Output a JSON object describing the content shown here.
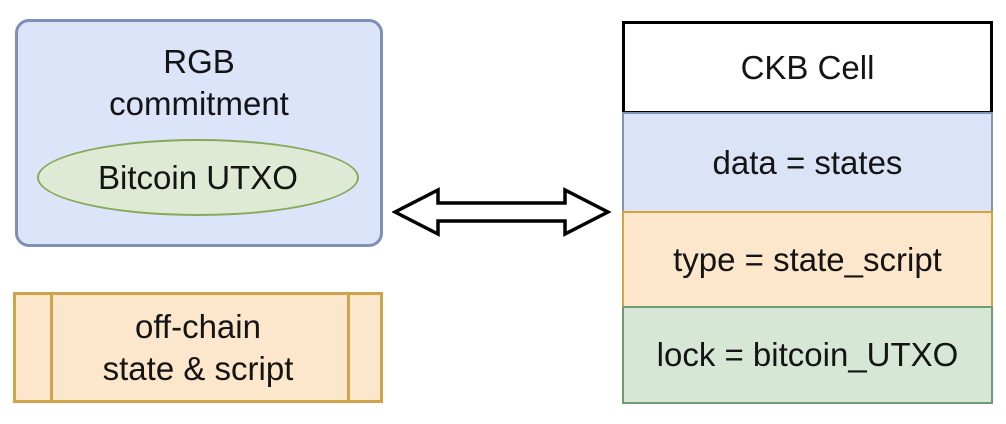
{
  "rgb_box": {
    "title_line1": "RGB",
    "title_line2": "commitment",
    "utxo_label": "Bitcoin UTXO"
  },
  "offchain_box": {
    "line1": "off-chain",
    "line2": "state & script"
  },
  "ckb_cell": {
    "title": "CKB Cell",
    "fields": [
      {
        "name": "data",
        "label": "data = states"
      },
      {
        "name": "type",
        "label": "type = state_script"
      },
      {
        "name": "lock",
        "label": "lock = bitcoin_UTXO"
      }
    ]
  },
  "colors": {
    "rgb_box_fill": "#dbe4f8",
    "rgb_box_border": "#7e90b4",
    "utxo_ellipse_fill": "#dfead4",
    "utxo_ellipse_border": "#86a95c",
    "offchain_fill": "#fce6cc",
    "offchain_border": "#d0a24b",
    "ckb_header_fill": "#ffffff",
    "ckb_header_border": "#000000",
    "ckb_data_fill": "#dbe4f6",
    "ckb_data_border": "#8395b5",
    "ckb_type_fill": "#fde7cc",
    "ckb_type_border": "#d8a33c",
    "ckb_lock_fill": "#d6e7d5",
    "ckb_lock_border": "#6f9c70",
    "text": "#141414"
  }
}
